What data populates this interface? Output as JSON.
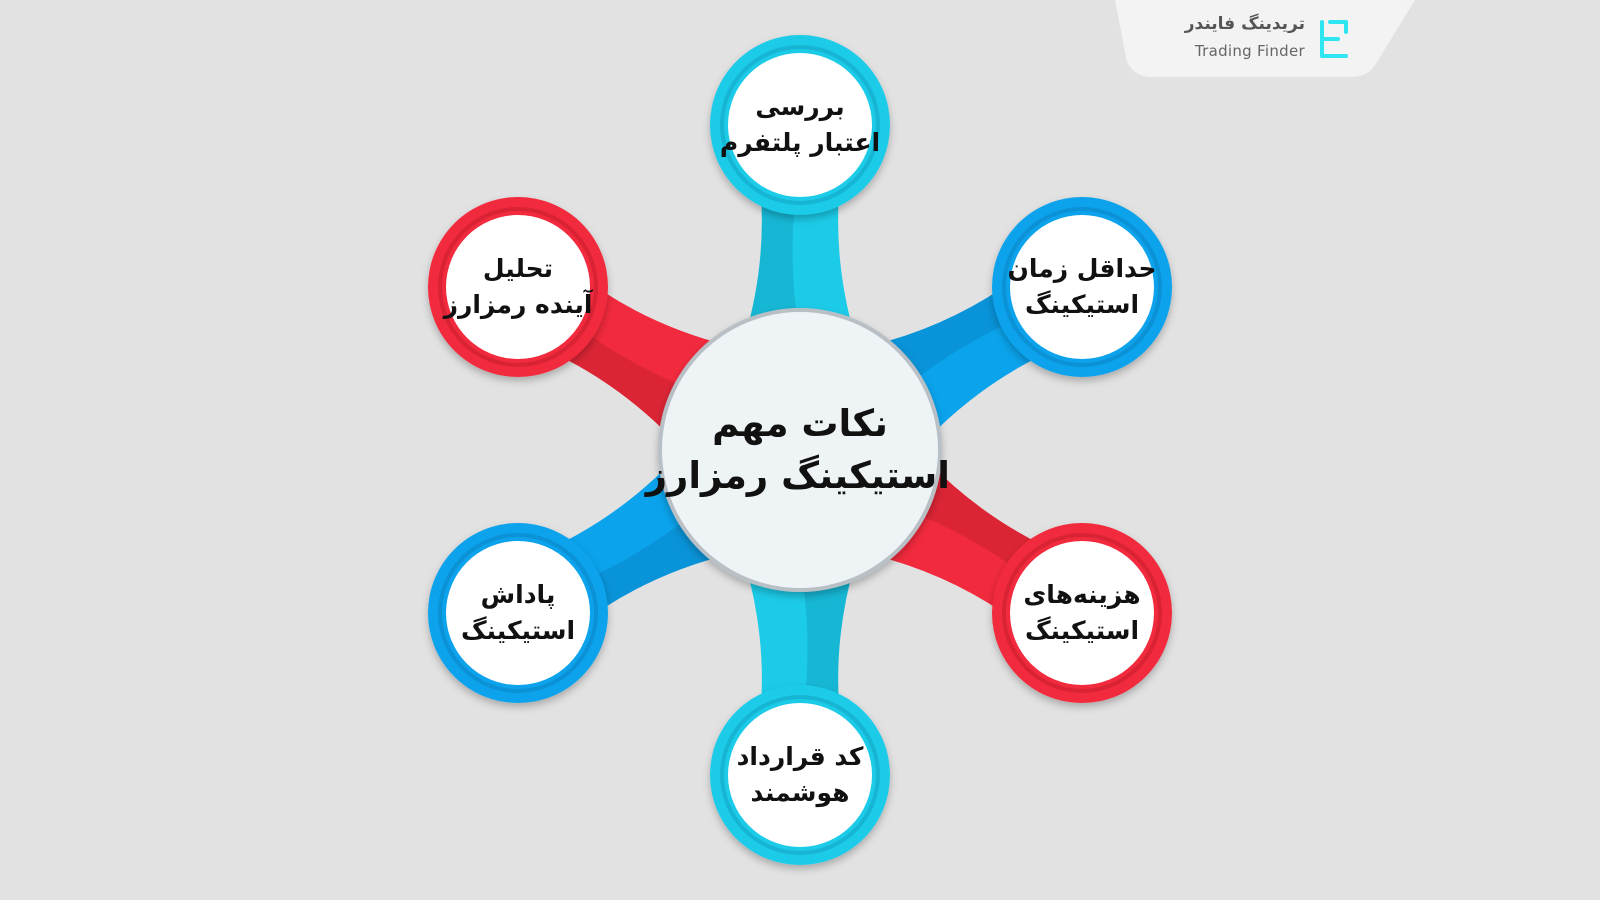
{
  "brand": {
    "name_fa": "تریدینگ فایندر",
    "name_en": "Trading Finder",
    "logo_icon": "tf-logo-icon",
    "logo_color": "#2ee6f2"
  },
  "colors": {
    "red": "#f22a3d",
    "red_dark": "#c8202f",
    "blue": "#0aa3ec",
    "blue_dark": "#0a86c8",
    "cyan": "#1ccbe8",
    "cyan_dark": "#12a7c4",
    "center_fill": "#eef3f6",
    "background": "#e2e2e2"
  },
  "center": {
    "lines": [
      "نکات مهم",
      "استیکینگ رمزارز"
    ]
  },
  "nodes": [
    {
      "id": "top",
      "color": "cyan",
      "lines": [
        "بررسی",
        "اعتبار پلتفرم"
      ]
    },
    {
      "id": "upper-right",
      "color": "blue",
      "lines": [
        "حداقل زمان",
        "استیکینگ"
      ]
    },
    {
      "id": "lower-right",
      "color": "red",
      "lines": [
        "هزینه‌های",
        "استیکینگ"
      ]
    },
    {
      "id": "bottom",
      "color": "cyan",
      "lines": [
        "کد قرارداد",
        "هوشمند"
      ]
    },
    {
      "id": "lower-left",
      "color": "blue",
      "lines": [
        "پاداش",
        "استیکینگ"
      ]
    },
    {
      "id": "upper-left",
      "color": "red",
      "lines": [
        "تحلیل",
        "آینده رمزارز"
      ]
    }
  ]
}
